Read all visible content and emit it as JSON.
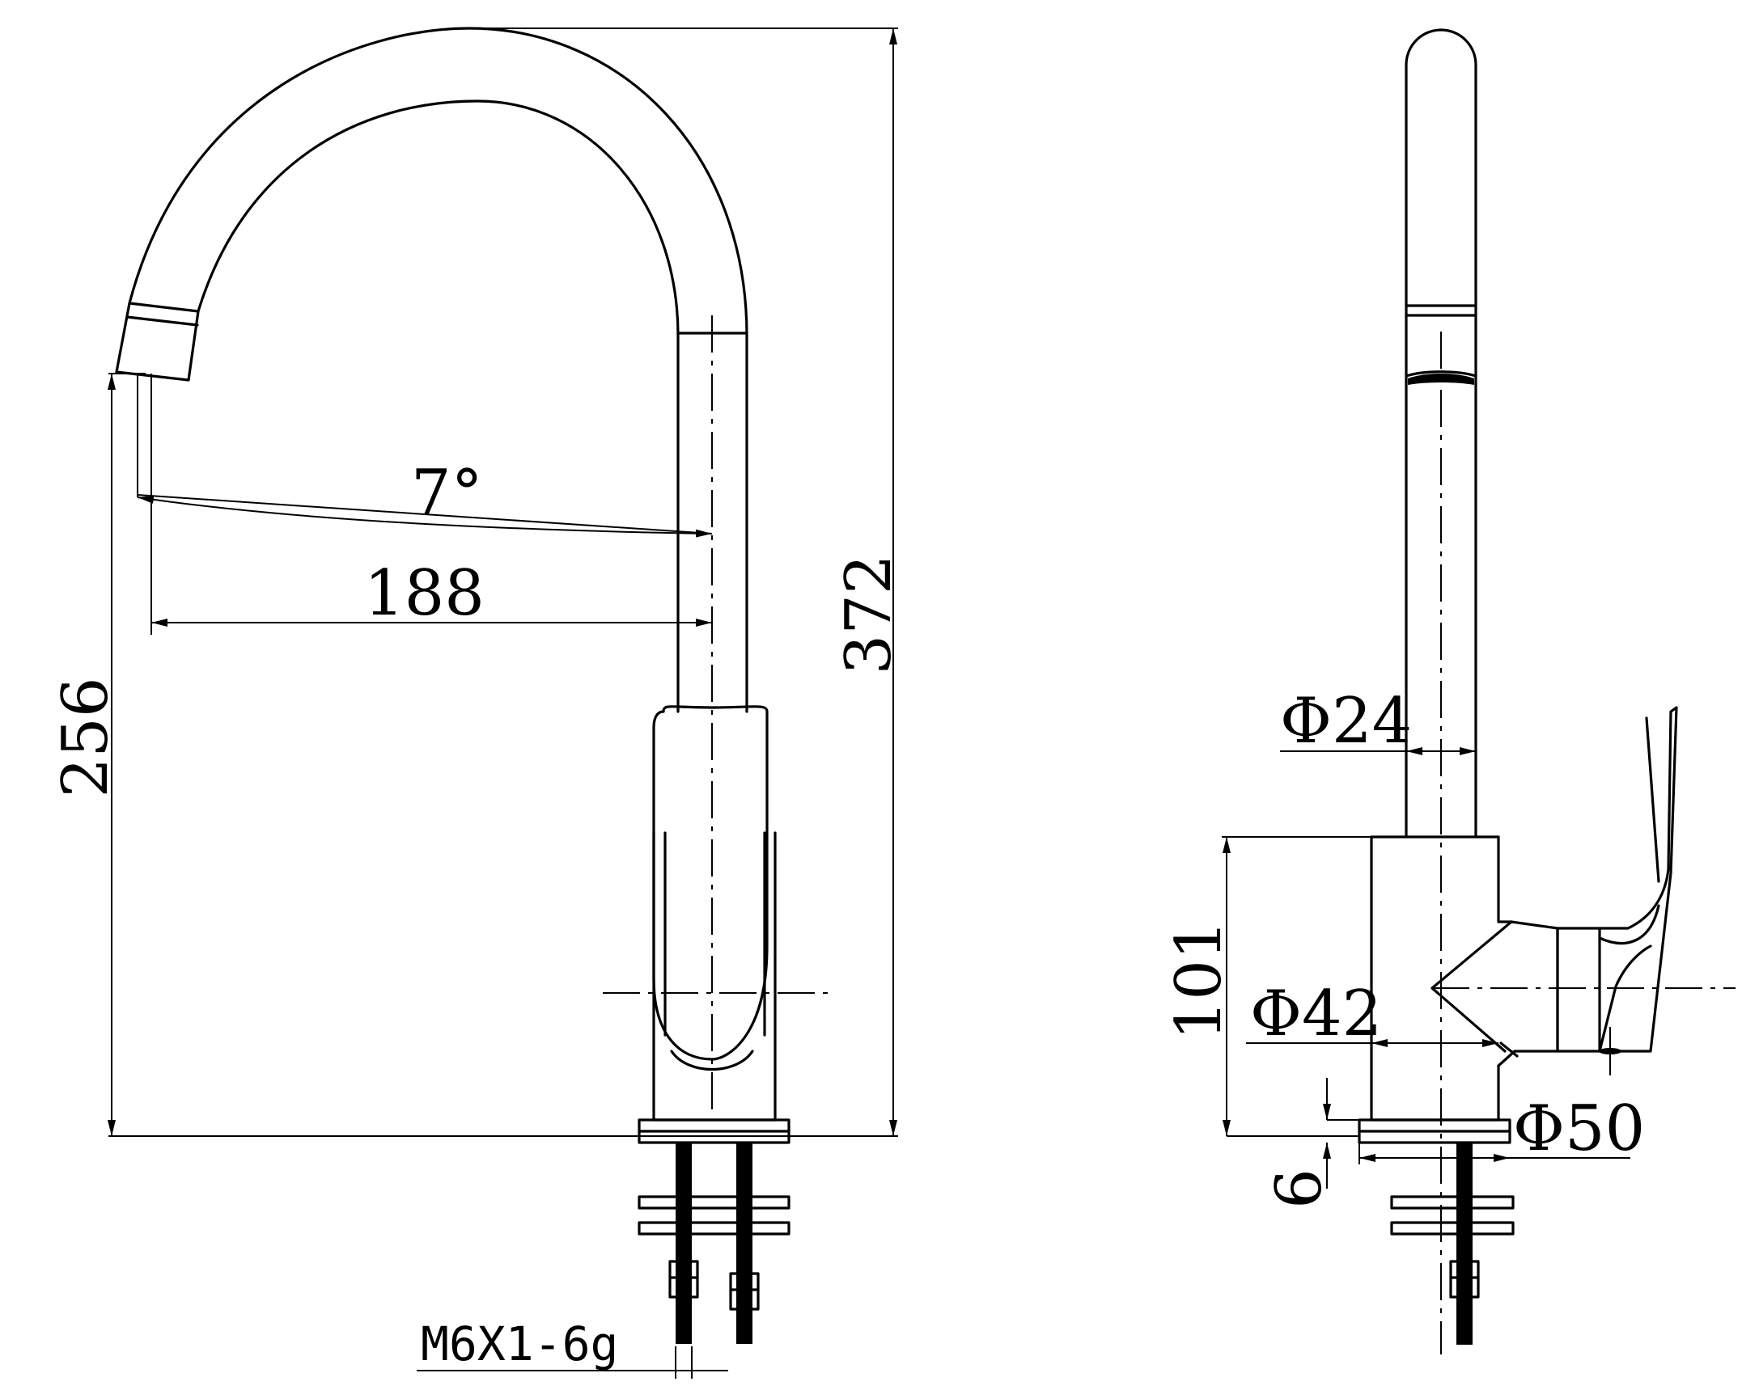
{
  "front_view": {
    "spout_angle": "7°",
    "spout_reach": "188",
    "outlet_height": "256",
    "total_height": "372",
    "thread_spec": "M6X1-6g"
  },
  "side_view": {
    "spout_diameter": "Φ24",
    "body_diameter": "Φ42",
    "base_diameter": "Φ50",
    "body_height": "101",
    "base_thickness": "6"
  }
}
